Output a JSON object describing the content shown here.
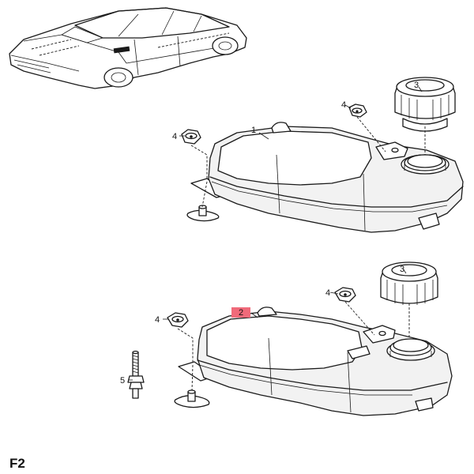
{
  "labels": {
    "c1": "1",
    "c2": "2",
    "c3a": "3",
    "c3b": "3",
    "c4a": "4",
    "c4b": "4",
    "c4c": "4",
    "c4d": "4",
    "c5": "5"
  },
  "section_code": "F2",
  "colors": {
    "highlight": "#f06a7a",
    "line": "#1a1a1a"
  }
}
